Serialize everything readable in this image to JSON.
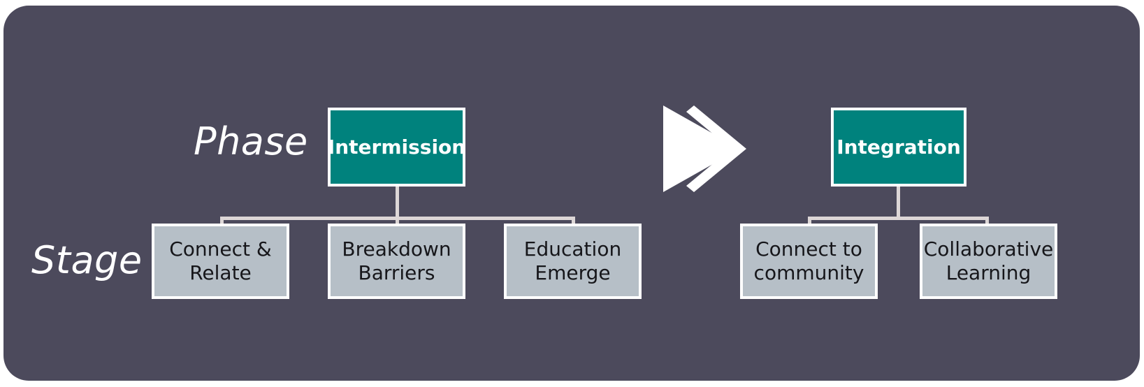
{
  "diagram": {
    "title_visible": false,
    "type": "two-level hierarchy / process flow",
    "colors": {
      "background_panel": "#4c4a5c",
      "phase_box_fill": "#00827d",
      "stage_box_fill": "#b6bfc7",
      "box_border": "#ffffff",
      "connector_line": "#ddd7d7",
      "arrow_fill": "#ffffff",
      "phase_text": "#ffffff",
      "stage_text": "#16161a",
      "row_label_text": "#ffffff"
    },
    "row_labels": {
      "phase": "Phase",
      "stage": "Stage"
    },
    "groups": [
      {
        "id": "intermission",
        "phase": "Intermission",
        "stages": [
          "Connect &\nRelate",
          "Breakdown\nBarriers",
          "Education\nEmerge"
        ],
        "stage_lines": [
          [
            "Connect &",
            "Relate"
          ],
          [
            "Breakdown",
            "Barriers"
          ],
          [
            "Education",
            "Emerge"
          ]
        ]
      },
      {
        "id": "integration",
        "phase": "Integration",
        "stages": [
          "Connect to\ncommunity",
          "Collaborative\nLearning"
        ],
        "stage_lines": [
          [
            "Connect to",
            "community"
          ],
          [
            "Collaborative",
            "Learning"
          ]
        ]
      }
    ],
    "flow_arrow": {
      "name": "double-chevron-right-arrow",
      "direction": "right",
      "meaning": "Intermission phase progresses to Integration phase"
    }
  }
}
